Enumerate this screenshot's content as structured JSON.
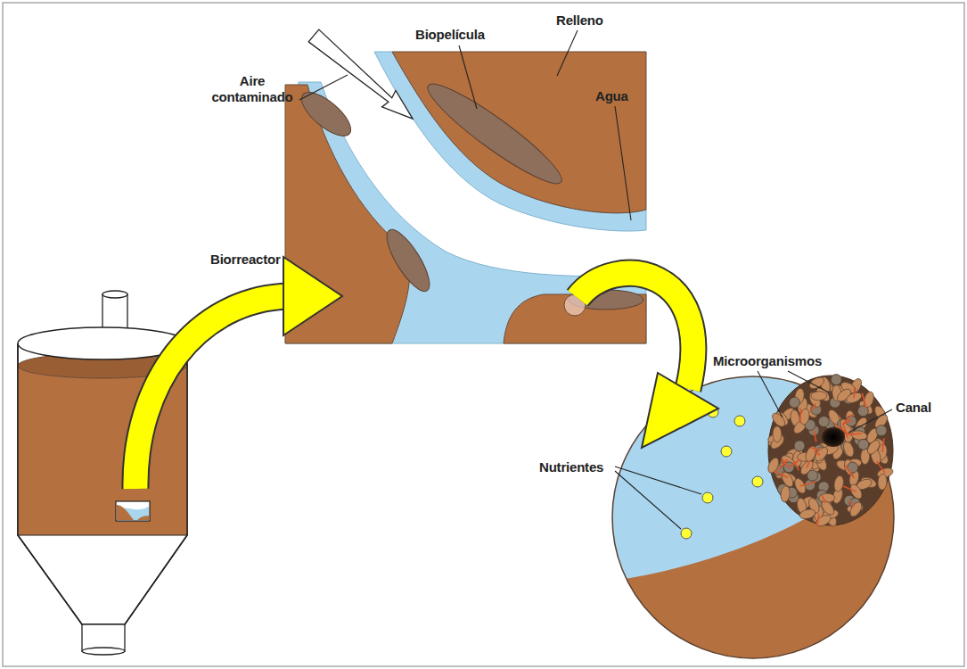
{
  "diagram": {
    "labels": [
      "Aire contaminado",
      "Biopelícula",
      "Relleno",
      "Agua",
      "Biorreactor",
      "Microorganismos",
      "Canal",
      "Nutrientes"
    ]
  }
}
